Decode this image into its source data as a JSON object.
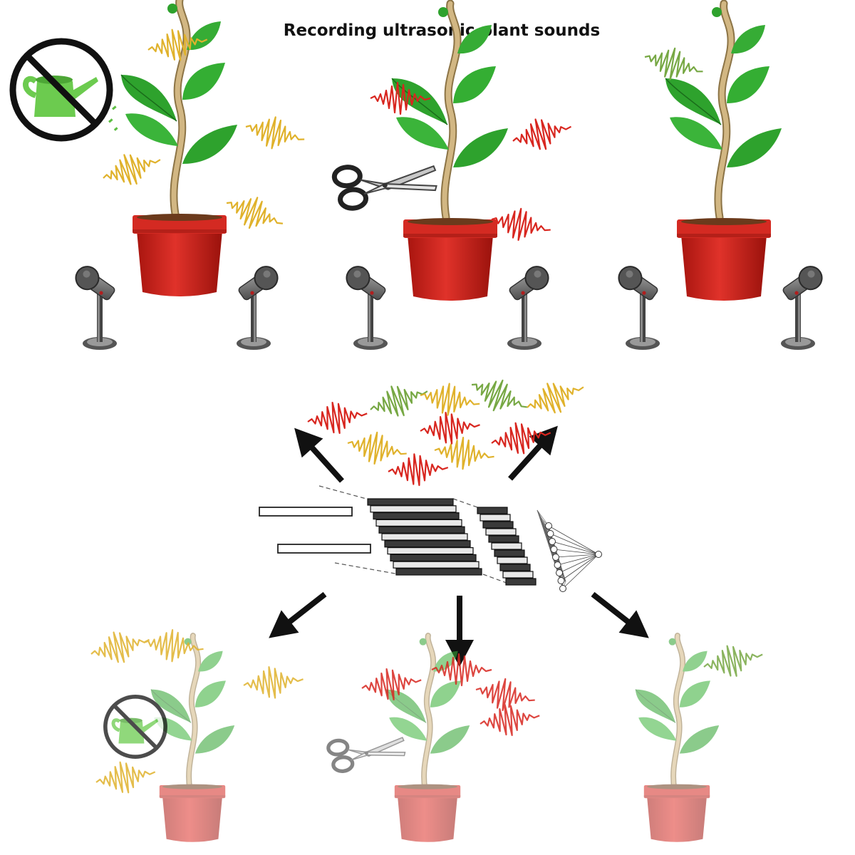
{
  "title": "Recording ultrasonic plant sounds",
  "colors": {
    "drought": "#e0b22c",
    "cut": "#d8261f",
    "control": "#77a844",
    "pot": "#d42a22",
    "leaf": "#2ea22d",
    "stem": "#c9ac77",
    "mic": "#6b6b6b",
    "arrow": "#111111"
  },
  "icons": [
    "no-watering-icon",
    "scissors-icon",
    "microphone-icon",
    "neural-network-icon"
  ],
  "groups": [
    {
      "id": "drought",
      "label": "",
      "treatment": "no-watering"
    },
    {
      "id": "cut",
      "label": "",
      "treatment": "cutting"
    },
    {
      "id": "control",
      "label": "",
      "treatment": "none"
    }
  ]
}
